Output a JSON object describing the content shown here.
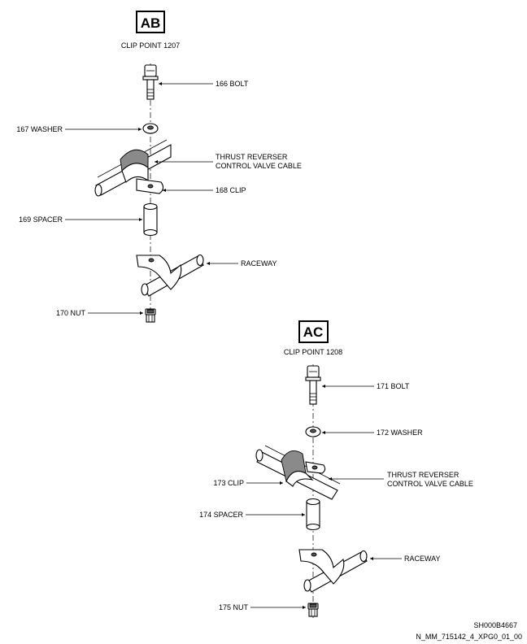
{
  "views": [
    {
      "badge": "AB",
      "title": "CLIP POINT 1207",
      "callouts": {
        "bolt": "166 BOLT",
        "washer": "167 WASHER",
        "cable_line1": "THRUST REVERSER",
        "cable_line2": "CONTROL VALVE CABLE",
        "clip": "168 CLIP",
        "spacer": "169 SPACER",
        "raceway": "RACEWAY",
        "nut": "170 NUT"
      }
    },
    {
      "badge": "AC",
      "title": "CLIP POINT 1208",
      "callouts": {
        "bolt": "171 BOLT",
        "washer": "172 WASHER",
        "cable_line1": "THRUST REVERSER",
        "cable_line2": "CONTROL VALVE CABLE",
        "clip": "173 CLIP",
        "spacer": "174 SPACER",
        "raceway": "RACEWAY",
        "nut": "175 NUT"
      }
    }
  ],
  "footer": {
    "sheet_id": "SH000B4667",
    "drawing_id": "N_MM_715142_4_XPG0_01_00"
  }
}
